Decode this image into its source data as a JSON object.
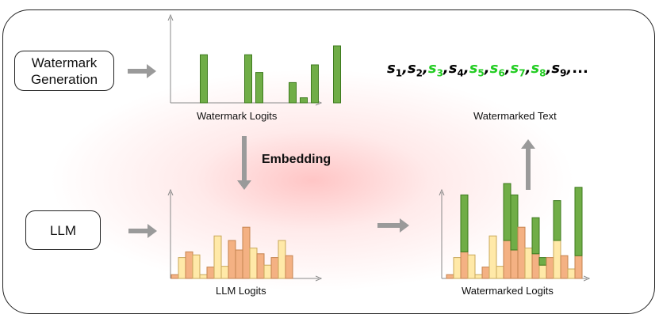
{
  "boxes": {
    "watermark_generation_line1": "Watermark",
    "watermark_generation_line2": "Generation",
    "llm": "LLM"
  },
  "labels": {
    "watermark_logits": "Watermark Logits",
    "llm_logits": "LLM Logits",
    "watermarked_logits": "Watermarked Logits",
    "watermarked_text": "Watermarked Text",
    "embedding": "Embedding"
  },
  "sequence": [
    {
      "letter": "s",
      "sub": "1",
      "green": false
    },
    {
      "letter": "s",
      "sub": "2",
      "green": false
    },
    {
      "letter": "s",
      "sub": "3",
      "green": true
    },
    {
      "letter": "s",
      "sub": "4",
      "green": false
    },
    {
      "letter": "s",
      "sub": "5",
      "green": true
    },
    {
      "letter": "s",
      "sub": "6",
      "green": true
    },
    {
      "letter": "s",
      "sub": "7",
      "green": true
    },
    {
      "letter": "s",
      "sub": "8",
      "green": true
    },
    {
      "letter": "s",
      "sub": "9",
      "green": false
    }
  ],
  "sequence_ellipsis": "...",
  "colors": {
    "green": "#70ad47",
    "green_dark": "#3e7a1e",
    "orange": "#f4b183",
    "orange_dark": "#c5834f",
    "cream": "#ffe9a8",
    "cream_dark": "#c9a85a",
    "green_text": "#22cc22",
    "arrow": "#9a9a9a"
  },
  "watermark_logits": [
    0,
    0.76,
    0,
    0,
    0,
    0.76,
    0.48,
    0,
    0,
    0.32,
    0.08,
    0.6,
    0,
    0.9
  ],
  "llm_bars": [
    {
      "v": 0.1,
      "c": "orange"
    },
    {
      "v": 0.55,
      "c": "cream"
    },
    {
      "v": 0.7,
      "c": "orange"
    },
    {
      "v": 0.62,
      "c": "cream"
    },
    {
      "v": 0.1,
      "c": "cream"
    },
    {
      "v": 0.3,
      "c": "orange"
    },
    {
      "v": 1.12,
      "c": "cream"
    },
    {
      "v": 0.32,
      "c": "cream"
    },
    {
      "v": 1.0,
      "c": "orange"
    },
    {
      "v": 0.75,
      "c": "orange"
    },
    {
      "v": 1.35,
      "c": "orange"
    },
    {
      "v": 0.8,
      "c": "cream"
    },
    {
      "v": 0.65,
      "c": "orange"
    },
    {
      "v": 0.35,
      "c": "cream"
    },
    {
      "v": 0.55,
      "c": "orange"
    },
    {
      "v": 1.0,
      "c": "cream"
    },
    {
      "v": 0.6,
      "c": "orange"
    }
  ],
  "watermarked_bars": [
    {
      "base": 0.1,
      "c": "orange",
      "wm": 0
    },
    {
      "base": 0.55,
      "c": "cream",
      "wm": 0
    },
    {
      "base": 0.7,
      "c": "orange",
      "wm": 1.5
    },
    {
      "base": 0.62,
      "c": "cream",
      "wm": 0
    },
    {
      "base": 0.1,
      "c": "cream",
      "wm": 0
    },
    {
      "base": 0.3,
      "c": "orange",
      "wm": 0
    },
    {
      "base": 1.12,
      "c": "cream",
      "wm": 0
    },
    {
      "base": 0.32,
      "c": "cream",
      "wm": 0
    },
    {
      "base": 1.0,
      "c": "orange",
      "wm": 1.5
    },
    {
      "base": 0.75,
      "c": "orange",
      "wm": 1.45
    },
    {
      "base": 1.35,
      "c": "orange",
      "wm": 0
    },
    {
      "base": 0.8,
      "c": "cream",
      "wm": 0
    },
    {
      "base": 0.65,
      "c": "orange",
      "wm": 0.95
    },
    {
      "base": 0.35,
      "c": "cream",
      "wm": 0.2
    },
    {
      "base": 0.55,
      "c": "orange",
      "wm": 0
    },
    {
      "base": 1.0,
      "c": "cream",
      "wm": 1.05
    },
    {
      "base": 0.6,
      "c": "orange",
      "wm": 0
    },
    {
      "base": 0.25,
      "c": "cream",
      "wm": 0
    },
    {
      "base": 0.6,
      "c": "orange",
      "wm": 1.8
    }
  ]
}
